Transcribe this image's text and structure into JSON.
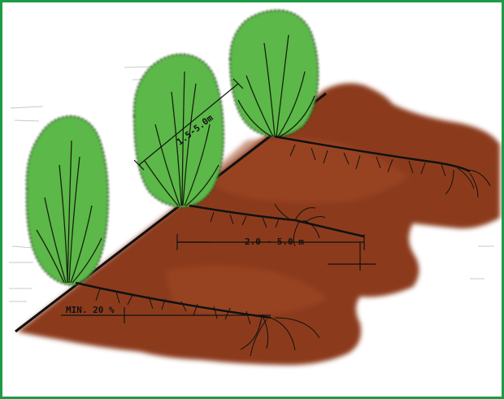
{
  "colors": {
    "border": "#1f9b45",
    "soil": "#8b3a1c",
    "soil_light": "#a14a26",
    "shrub": "#5cb84a",
    "shrub_outline": "#1b2a10",
    "ink": "#111111"
  },
  "labels": {
    "spacing_slope": "1.5-5.0m",
    "spacing_row": "2.0 - 5.0 m",
    "min_depth": "MIN. 20 %"
  },
  "icons": [
    "shrub-icon",
    "root-icon"
  ]
}
